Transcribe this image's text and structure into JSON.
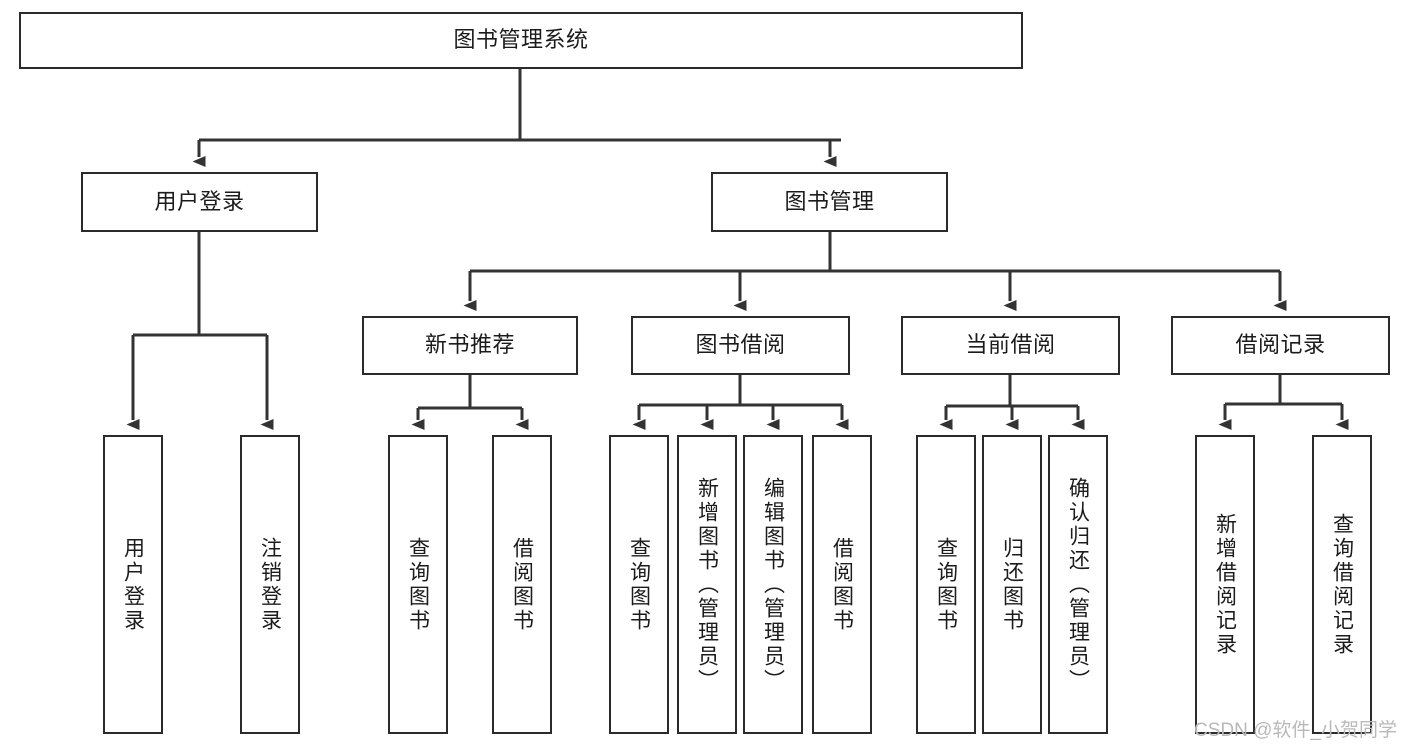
{
  "diagram": {
    "type": "tree-hierarchy-chart",
    "title": "图书管理系统",
    "style": {
      "background": "#ffffff",
      "box_border": "#2b2b2b",
      "box_fill": "#ffffff",
      "connector": "#333333",
      "text": "#1b1b1b",
      "watermark_text": "#b9b9b9"
    },
    "root": {
      "label": "图书管理系统"
    },
    "level2": [
      {
        "label": "用户登录"
      },
      {
        "label": "图书管理"
      }
    ],
    "level3": [
      {
        "label": "新书推荐"
      },
      {
        "label": "图书借阅"
      },
      {
        "label": "当前借阅"
      },
      {
        "label": "借阅记录"
      }
    ],
    "leaves": {
      "user_login": [
        {
          "label": "用户登录"
        },
        {
          "label": "注销登录"
        }
      ],
      "new_book_recommend": [
        {
          "label": "查询图书"
        },
        {
          "label": "借阅图书"
        }
      ],
      "book_borrow": [
        {
          "label": "查询图书"
        },
        {
          "label": "新增图书（管理员）"
        },
        {
          "label": "编辑图书（管理员）"
        },
        {
          "label": "借阅图书"
        }
      ],
      "current_borrow": [
        {
          "label": "查询图书"
        },
        {
          "label": "归还图书"
        },
        {
          "label": "确认归还（管理员）"
        }
      ],
      "borrow_record": [
        {
          "label": "新增借阅记录"
        },
        {
          "label": "查询借阅记录"
        }
      ]
    }
  },
  "watermark": {
    "text": "CSDN @软件_小贺同学"
  }
}
